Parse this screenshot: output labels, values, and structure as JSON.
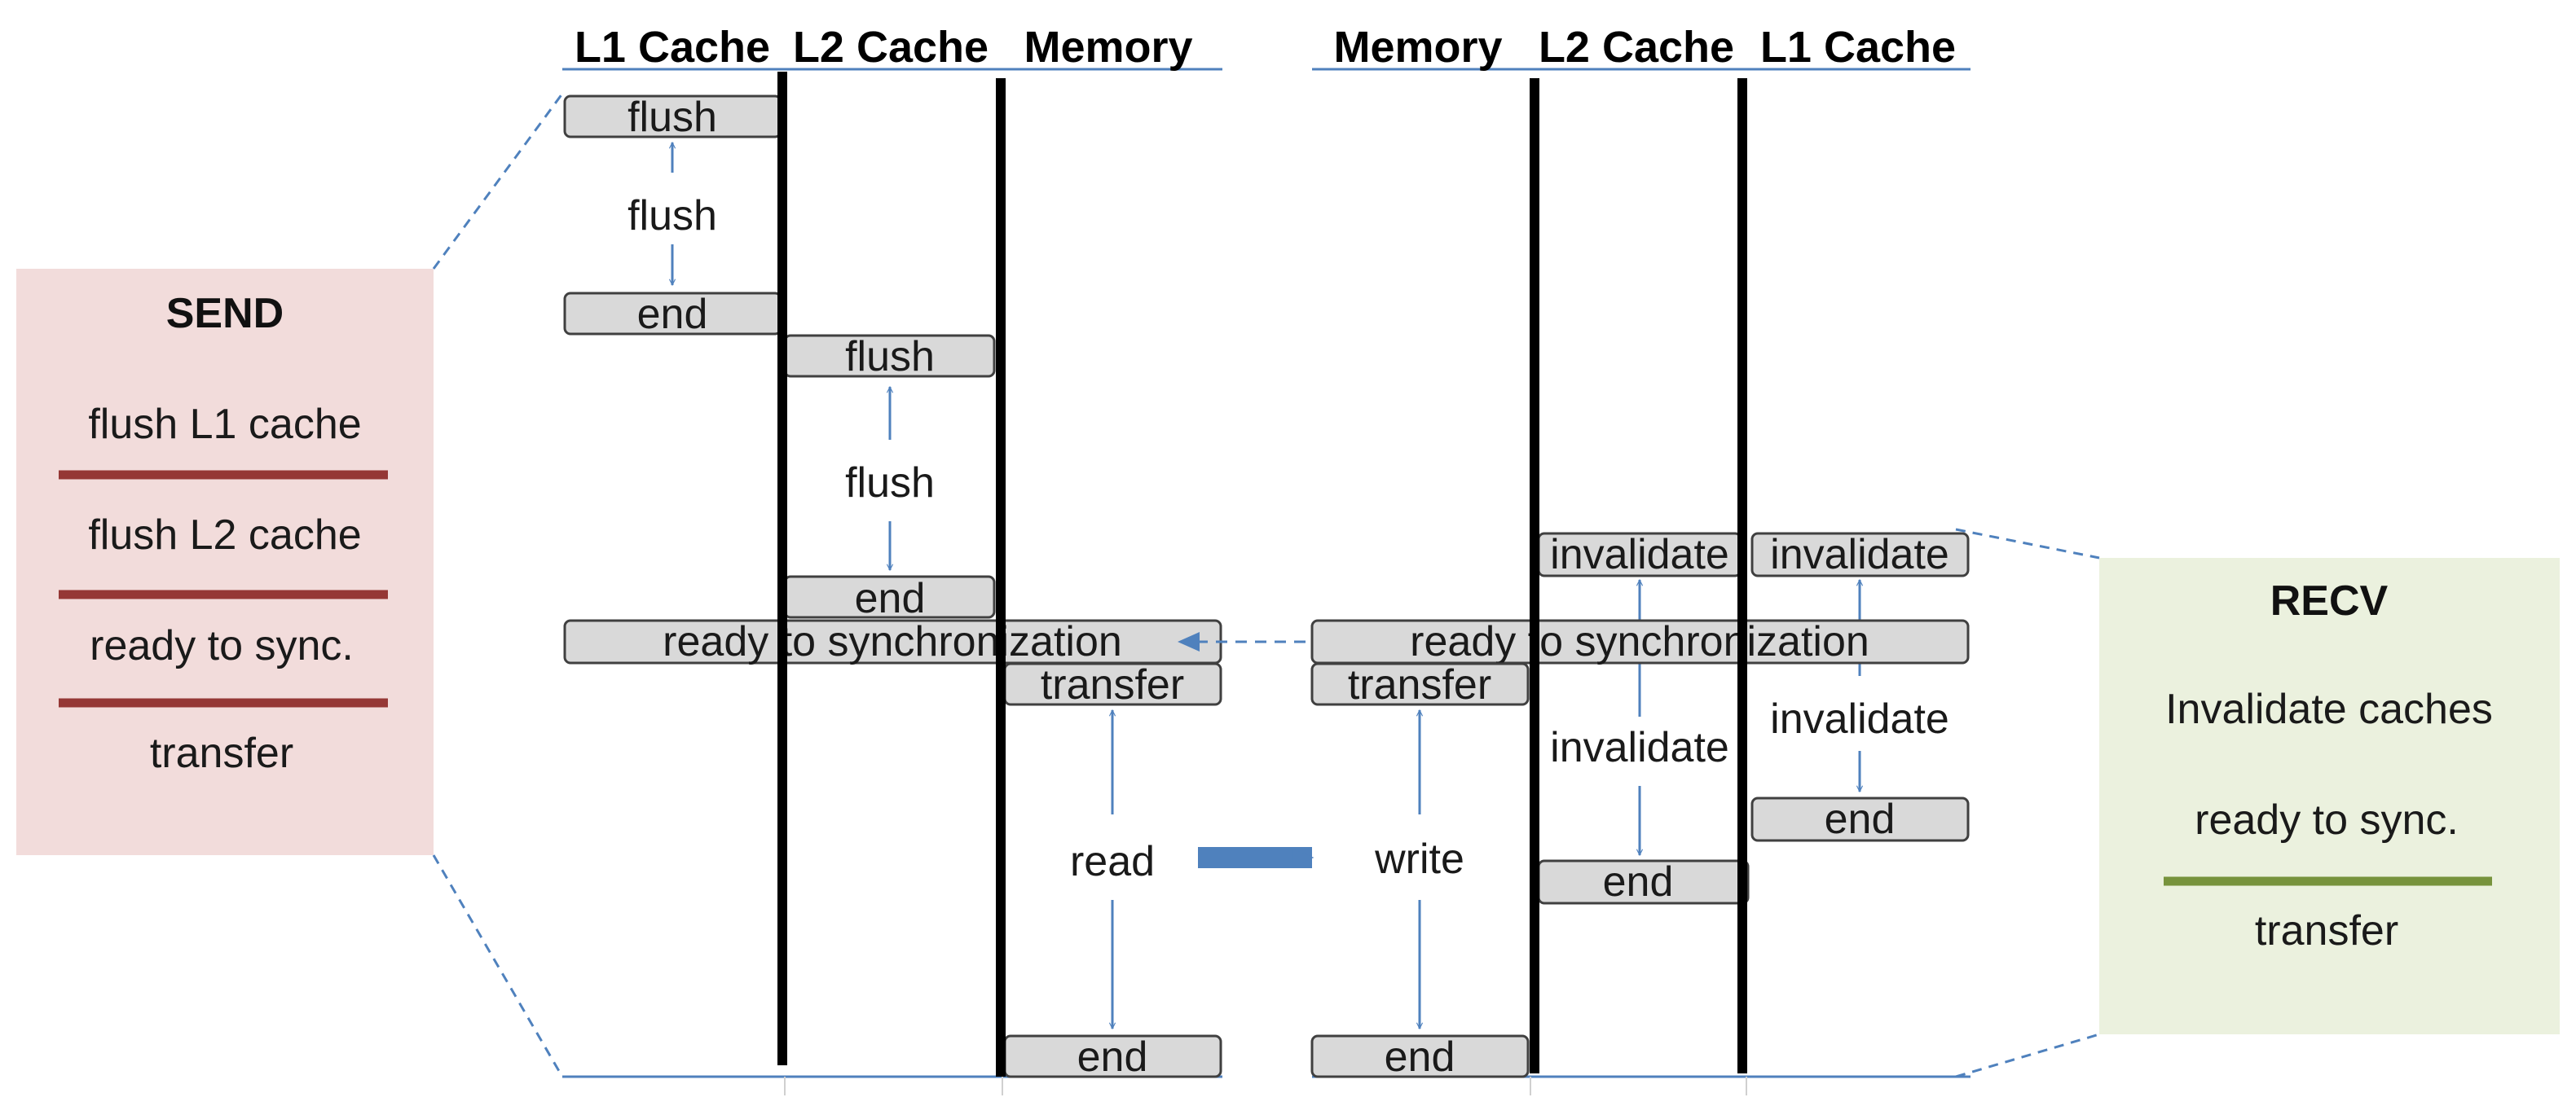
{
  "colors": {
    "send_panel_bg": "#f2dcdb",
    "send_divider": "#953735",
    "recv_panel_bg": "#ebf1de",
    "recv_divider": "#77933c",
    "blue": "#4f81bd",
    "box_fill": "#d9d9d9",
    "box_stroke": "#404040",
    "lifeline": "#000000"
  },
  "send_side": {
    "headers": [
      "L1 Cache",
      "L2 Cache",
      "Memory"
    ],
    "panel": {
      "title": "SEND",
      "steps": [
        "flush L1 cache",
        "flush L2 cache",
        "ready to sync.",
        "transfer"
      ]
    },
    "l1": {
      "box_top": "flush",
      "arrow_label": "flush",
      "box_bottom": "end"
    },
    "l2": {
      "box_top": "flush",
      "arrow_label": "flush",
      "box_bottom": "end"
    },
    "sync_bar": "ready to synchronization",
    "memory": {
      "box_top": "transfer",
      "arrow_label": "read",
      "box_bottom": "end"
    }
  },
  "recv_side": {
    "headers": [
      "Memory",
      "L2 Cache",
      "L1 Cache"
    ],
    "panel": {
      "title": "RECV",
      "steps": [
        "Invalidate caches",
        "ready to sync.",
        "transfer"
      ]
    },
    "l2": {
      "box_top": "invalidate",
      "arrow_label": "invalidate",
      "box_bottom": "end"
    },
    "l1": {
      "box_top": "invalidate",
      "arrow_label": "invalidate",
      "box_bottom": "end"
    },
    "sync_bar": "ready to synchronization",
    "memory": {
      "box_top": "transfer",
      "arrow_label": "write",
      "box_bottom": "end"
    }
  }
}
